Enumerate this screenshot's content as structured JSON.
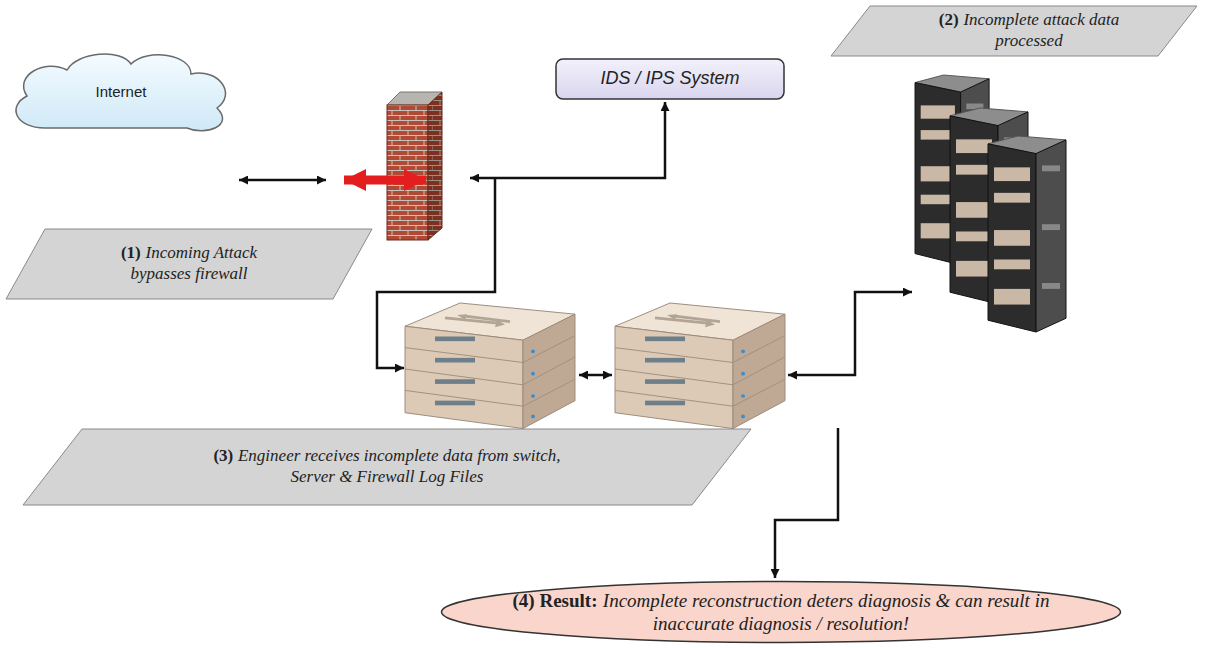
{
  "diagram": {
    "nodes": [
      {
        "text": [
          "(2)",
          "Incomplete attack data processed"
        ]
      },
      {
        "text": [
          "Internet"
        ]
      },
      {
        "text": [
          "IDS / IPS System"
        ]
      },
      {
        "text": [
          "(1)",
          "Incoming Attack bypasses firewall"
        ]
      },
      {
        "text": [
          "(3)",
          "Engineer receives incomplete data from switch, Server & Firewall Log Files"
        ]
      },
      {
        "text": [
          "(4) Result:",
          "Incomplete reconstruction deters diagnosis & can result in inaccurate diagnosis / resolution!"
        ]
      }
    ]
  }
}
